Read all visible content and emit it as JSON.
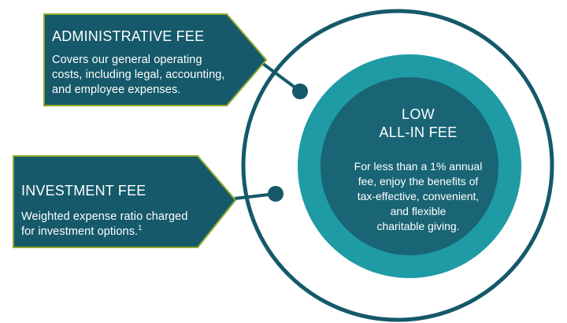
{
  "admin_fee": {
    "title": "ADMINISTRATIVE FEE",
    "body_lines": [
      "Covers our general operating",
      "costs, including legal, accounting,",
      "and employee expenses."
    ]
  },
  "investment_fee": {
    "title": "INVESTMENT FEE",
    "body_lines": [
      "Weighted expense ratio charged",
      "for investment options."
    ],
    "footnote_marker": "1"
  },
  "center": {
    "title_lines": [
      "LOW",
      "ALL-IN FEE"
    ],
    "body_lines": [
      "For less than a 1% annual",
      "fee, enjoy the benefits of",
      "tax-effective, convenient,",
      "and flexible",
      "charitable giving."
    ]
  },
  "colors": {
    "dark_teal": "#15596a",
    "ring_teal": "#1e9ba4",
    "inner_teal": "#196575",
    "lime_border": "#8fa82c",
    "text": "#ffffff"
  }
}
